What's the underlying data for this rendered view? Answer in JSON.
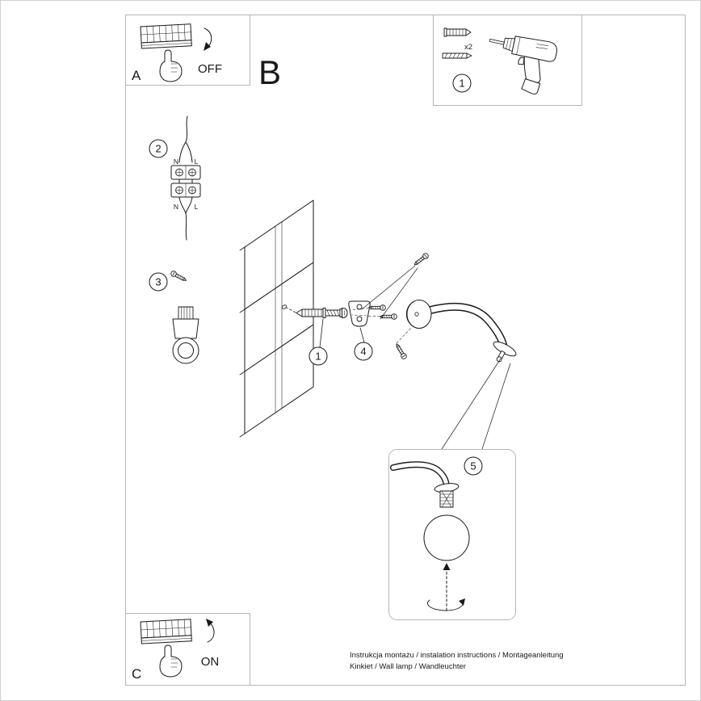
{
  "sheet": {
    "panels": {
      "a": {
        "label": "A",
        "state_label": "OFF"
      },
      "b": {
        "label": "B"
      },
      "c": {
        "label": "C",
        "state_label": "ON"
      }
    },
    "steps": {
      "tools": {
        "number": "1",
        "quantity": "x2"
      },
      "wire": {
        "number": "2",
        "top_n": "N",
        "top_l": "L",
        "bottom_n": "N",
        "bottom_l": "L"
      },
      "bracket": {
        "number": "3"
      },
      "anchors": {
        "number": "1"
      },
      "plate": {
        "number": "4"
      },
      "globe": {
        "number": "5"
      }
    },
    "footer": {
      "line1": "Instrukcja montażu / instalation instructions / Montageanleitung",
      "line2": "Kinkiet / Wall lamp / Wandleuchter"
    },
    "colors": {
      "line": "#1a1a1a",
      "frame": "#b6b6b6",
      "background": "#ffffff"
    },
    "icons": [
      "power-strip-icon",
      "hand-press-icon",
      "curved-arrow-icon",
      "wall-plug-icon",
      "drill-icon",
      "cable-icon",
      "terminal-block-icon",
      "screw-icon",
      "wall-bracket-icon",
      "wall-panel-icon",
      "anchor-icon",
      "mounting-plate-icon",
      "canopy-icon",
      "lamp-arm-icon",
      "lamp-head-icon",
      "glass-globe-icon",
      "socket-icon",
      "rotation-arrow-icon",
      "insert-arrow-icon"
    ]
  }
}
